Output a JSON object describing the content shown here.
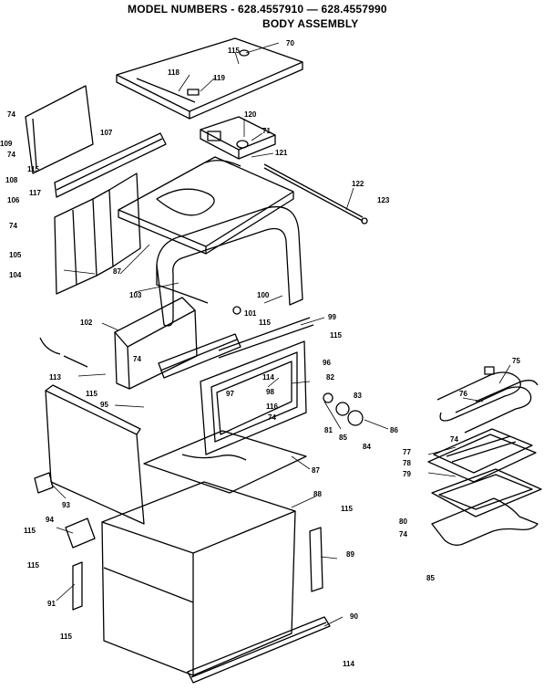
{
  "header": {
    "title_line1": "MODEL NUMBERS - 628.4557910 — 628.4557990",
    "title_line2": "BODY ASSEMBLY"
  },
  "callouts": [
    "70",
    "115",
    "118",
    "119",
    "74",
    "107",
    "109",
    "74",
    "108",
    "115",
    "117",
    "120",
    "71",
    "121",
    "106",
    "74",
    "105",
    "104",
    "87",
    "122",
    "123",
    "103",
    "100",
    "102",
    "101",
    "115",
    "99",
    "115",
    "113",
    "74",
    "96",
    "82",
    "114",
    "98",
    "115",
    "95",
    "97",
    "116",
    "74",
    "81",
    "85",
    "83",
    "84",
    "86",
    "75",
    "76",
    "74",
    "77",
    "78",
    "79",
    "87",
    "88",
    "115",
    "93",
    "115",
    "89",
    "94",
    "80",
    "74",
    "115",
    "91",
    "90",
    "115",
    "114",
    "85"
  ]
}
